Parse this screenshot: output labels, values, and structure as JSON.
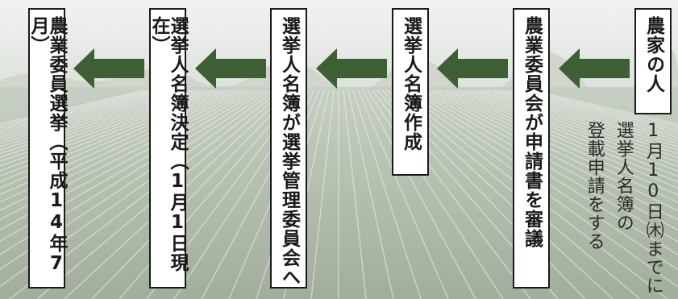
{
  "steps": [
    {
      "label": "農家の人"
    },
    {
      "label": "農業委員会が申請書を審議"
    },
    {
      "label": "選挙人名簿作成"
    },
    {
      "label": "選挙人名簿が選挙管理委員会へ"
    },
    {
      "label": "選挙人名簿決定（1月1日現在）"
    },
    {
      "label": "農業委員選挙（平成14年7月）"
    }
  ],
  "note": {
    "line1": "1月10日㈭までに",
    "line2": "選挙人名簿の",
    "line3": "登載申請をする"
  },
  "colors": {
    "arrow": "#3c5f34",
    "box_border": "#1a1a1a",
    "box_fill": "#ffffff"
  },
  "icons": {
    "arrow": "left-arrow-icon",
    "background": "rice-field-photo"
  }
}
